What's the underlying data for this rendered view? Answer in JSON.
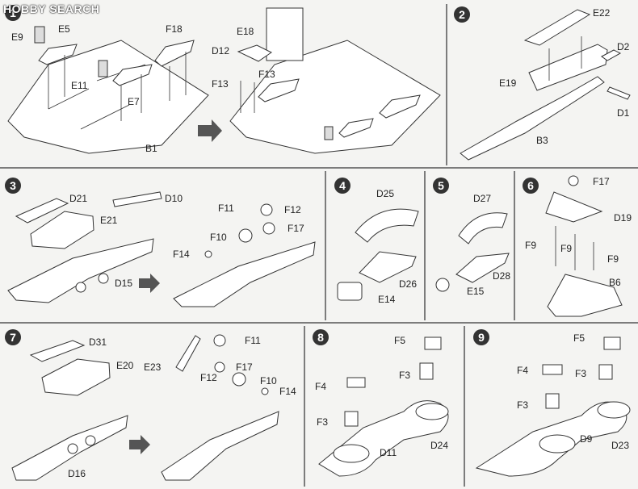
{
  "watermark": "HOBBY SEARCH",
  "steps": [
    "1",
    "2",
    "3",
    "4",
    "5",
    "6",
    "7",
    "8",
    "9"
  ],
  "labels": {
    "s1": [
      "E9",
      "E5",
      "F18",
      "E11",
      "E7",
      "B1",
      "E18",
      "D12",
      "F13",
      "F13"
    ],
    "s2": [
      "E22",
      "D2",
      "E19",
      "D1",
      "B3"
    ],
    "s3": [
      "D21",
      "D10",
      "E21",
      "D15",
      "F11",
      "F12",
      "F17",
      "F10",
      "F14"
    ],
    "s4": [
      "D25",
      "D26",
      "E14"
    ],
    "s5": [
      "D27",
      "D28",
      "E15"
    ],
    "s6": [
      "F17",
      "D19",
      "F9",
      "F9",
      "F9",
      "B6"
    ],
    "s7": [
      "D31",
      "E20",
      "D16",
      "F11",
      "E23",
      "F17",
      "F12",
      "F10",
      "F14"
    ],
    "s8": [
      "F5",
      "F4",
      "F3",
      "F3",
      "D11",
      "D24"
    ],
    "s9": [
      "F5",
      "F4",
      "F3",
      "F3",
      "D9",
      "D23"
    ]
  }
}
